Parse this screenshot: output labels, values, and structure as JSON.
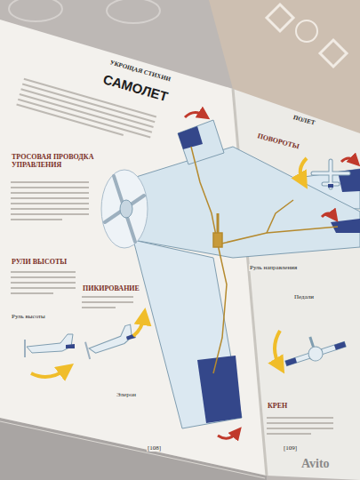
{
  "diagram": {
    "title": "САМОЛЕТ",
    "labels": [
      "УКРОЩАЯ СТИХИИ",
      "ТРОСОВАЯ ПРОВОДКА УПРАВЛЕНИЯ",
      "РУЛИ ВЫСОТЫ",
      "ПИКИРОВАНИЕ",
      "Руль высоты",
      "Элерон",
      "ПОЛЕТ",
      "ПОВОРОТЫ",
      "Руль направления",
      "КРЕН",
      "Педали",
      "[108]",
      "[109]",
      "Avito"
    ]
  }
}
